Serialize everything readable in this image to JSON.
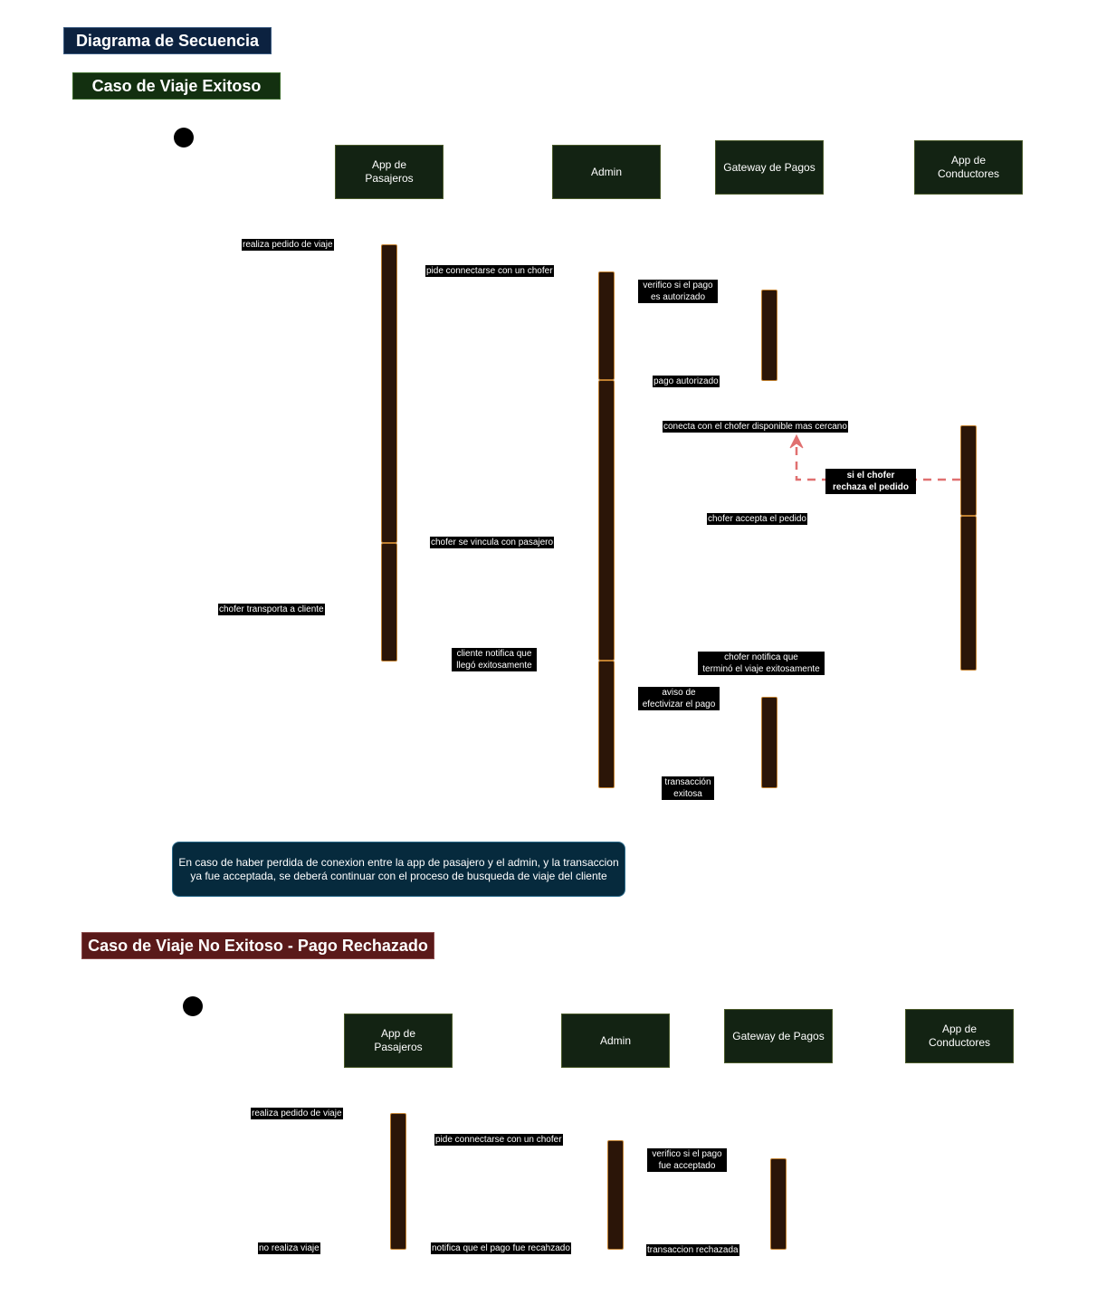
{
  "header": {
    "title": "Diagrama de Secuencia"
  },
  "colors": {
    "header_bg": "#0c2240",
    "success_bg": "#133010",
    "failure_bg": "#5a1a1a",
    "actor_bg": "#132313",
    "activation_bg": "#2b1508",
    "activation_border": "#c08030",
    "note_bg": "#062a3d",
    "dashed_arrow": "#e07070"
  },
  "success": {
    "title": "Caso de Viaje Exitoso",
    "actors": {
      "pasajeros": "App de\nPasajeros",
      "admin": "Admin",
      "gateway": "Gateway de Pagos",
      "conductores": "App de\nConductores"
    },
    "messages": {
      "m1": "realiza pedido de viaje",
      "m2": "pide connectarse con un chofer",
      "m3": "verifico si el pago\nes autorizado",
      "m4": "pago autorizado",
      "m5": "conecta con el chofer disponible mas cercano",
      "m6": "si el chofer\nrechaza el pedido",
      "m7": "chofer accepta el pedido",
      "m8": "chofer se vincula con pasajero",
      "m9": "chofer transporta a cliente",
      "m10": "cliente notifica que\nllegó exitosamente",
      "m11": "chofer notifica que\nterminó el viaje exitosamente",
      "m12": "aviso de\nefectivizar el pago",
      "m13": "transacción\nexitosa"
    },
    "note": "En caso de haber perdida de conexion entre la app de pasajero y el admin, y la transaccion\nya fue acceptada, se deberá continuar con el proceso de busqueda de viaje del cliente"
  },
  "failure": {
    "title": "Caso de Viaje No Exitoso - Pago Rechazado",
    "actors": {
      "pasajeros": "App de\nPasajeros",
      "admin": "Admin",
      "gateway": "Gateway de Pagos",
      "conductores": "App de\nConductores"
    },
    "messages": {
      "m1": "realiza pedido de viaje",
      "m2": "pide connectarse con un chofer",
      "m3": "verifico si el pago\nfue acceptado",
      "m4": "no realiza viaje",
      "m5": "notifica que el pago fue recahzado",
      "m6": "transaccion rechazada"
    }
  }
}
